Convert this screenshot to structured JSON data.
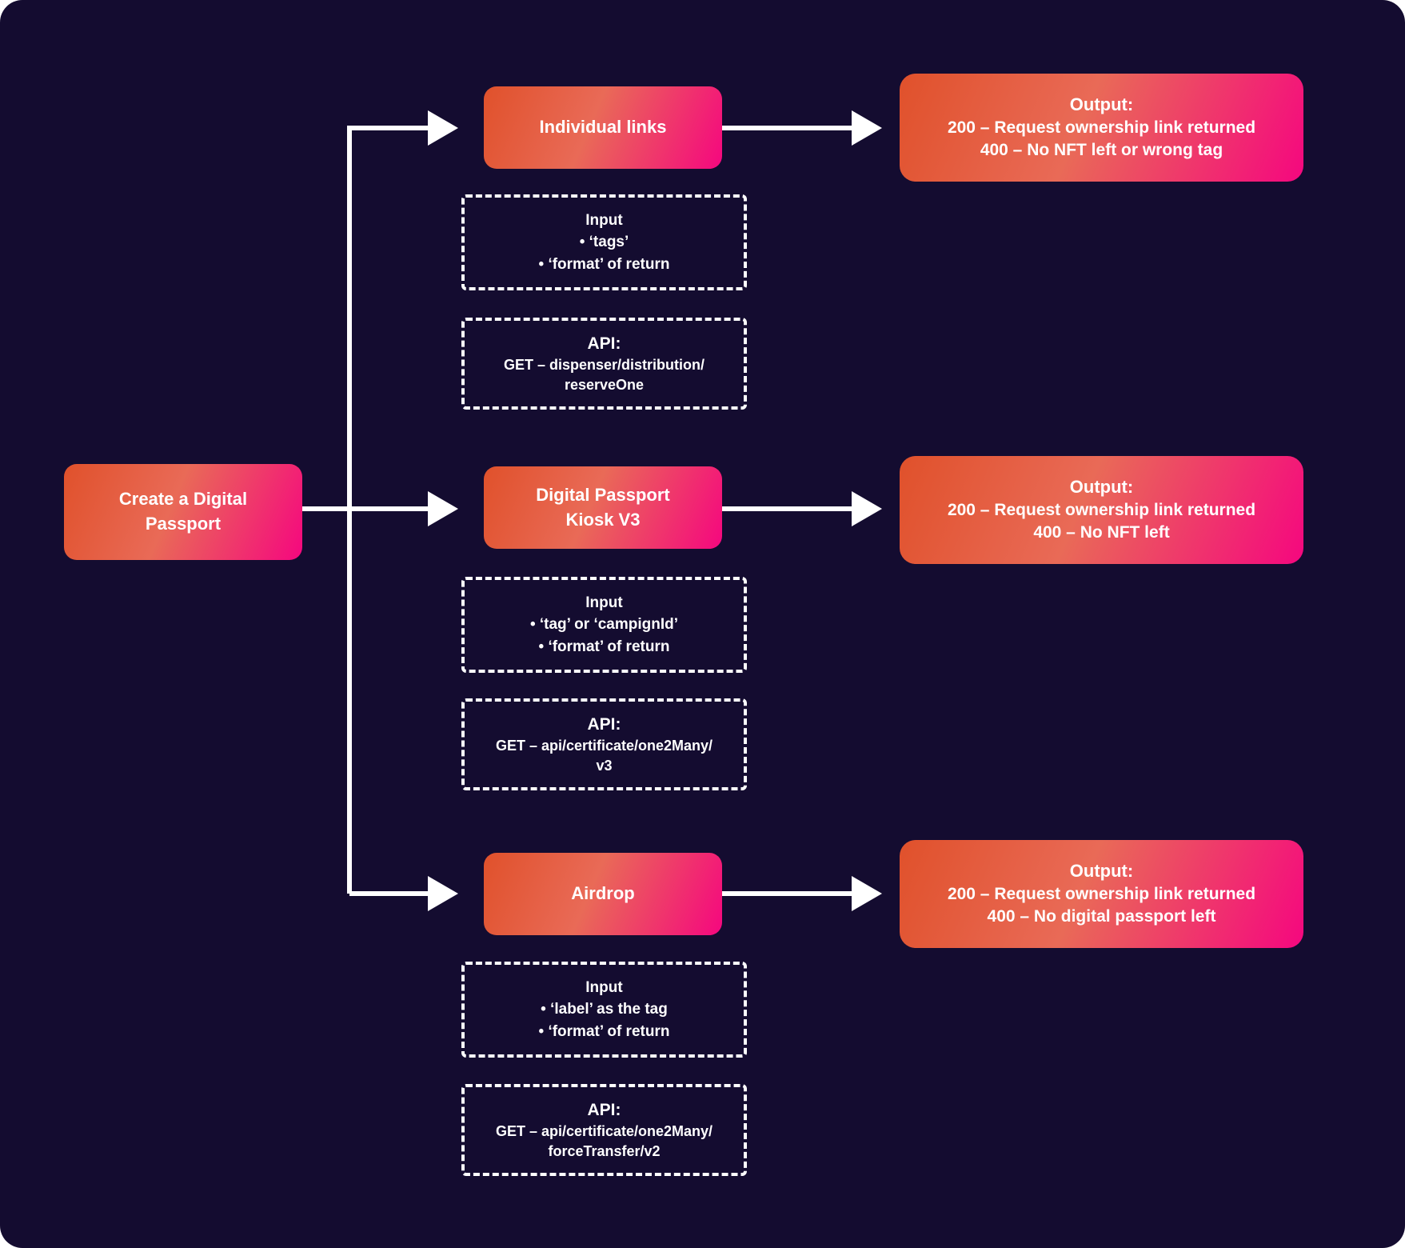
{
  "canvas": {
    "background": "#140c30",
    "node_gradient": [
      "#e0512b",
      "#e96a57",
      "#f5077f"
    ],
    "connector_color": "#ffffff",
    "text_color": "#ffffff"
  },
  "root_node": {
    "label": "Create a Digital Passport"
  },
  "branches": [
    {
      "node_label": "Individual links",
      "input": {
        "title": "Input",
        "items": [
          "•  ‘tags’",
          "•  ‘format’ of return"
        ]
      },
      "api": {
        "title": "API:",
        "lines": [
          "GET – dispenser/distribution/",
          "reserveOne"
        ]
      },
      "output": {
        "title": "Output:",
        "lines": [
          "200 – Request ownership link returned",
          "400 – No NFT left or wrong tag"
        ]
      }
    },
    {
      "node_label": "Digital Passport Kiosk V3",
      "input": {
        "title": "Input",
        "items": [
          "•  ‘tag’ or ‘campignId’",
          "•  ‘format’ of return"
        ]
      },
      "api": {
        "title": "API:",
        "lines": [
          "GET – api/certificate/one2Many/",
          "v3"
        ]
      },
      "output": {
        "title": "Output:",
        "lines": [
          "200 – Request ownership link returned",
          "400 – No NFT left"
        ]
      }
    },
    {
      "node_label": "Airdrop",
      "input": {
        "title": "Input",
        "items": [
          "•  ‘label’ as the tag",
          "•  ‘format’ of return"
        ]
      },
      "api": {
        "title": "API:",
        "lines": [
          "GET – api/certificate/one2Many/",
          "forceTransfer/v2"
        ]
      },
      "output": {
        "title": "Output:",
        "lines": [
          "200 – Request ownership link returned",
          "400 – No digital passport left"
        ]
      }
    }
  ]
}
